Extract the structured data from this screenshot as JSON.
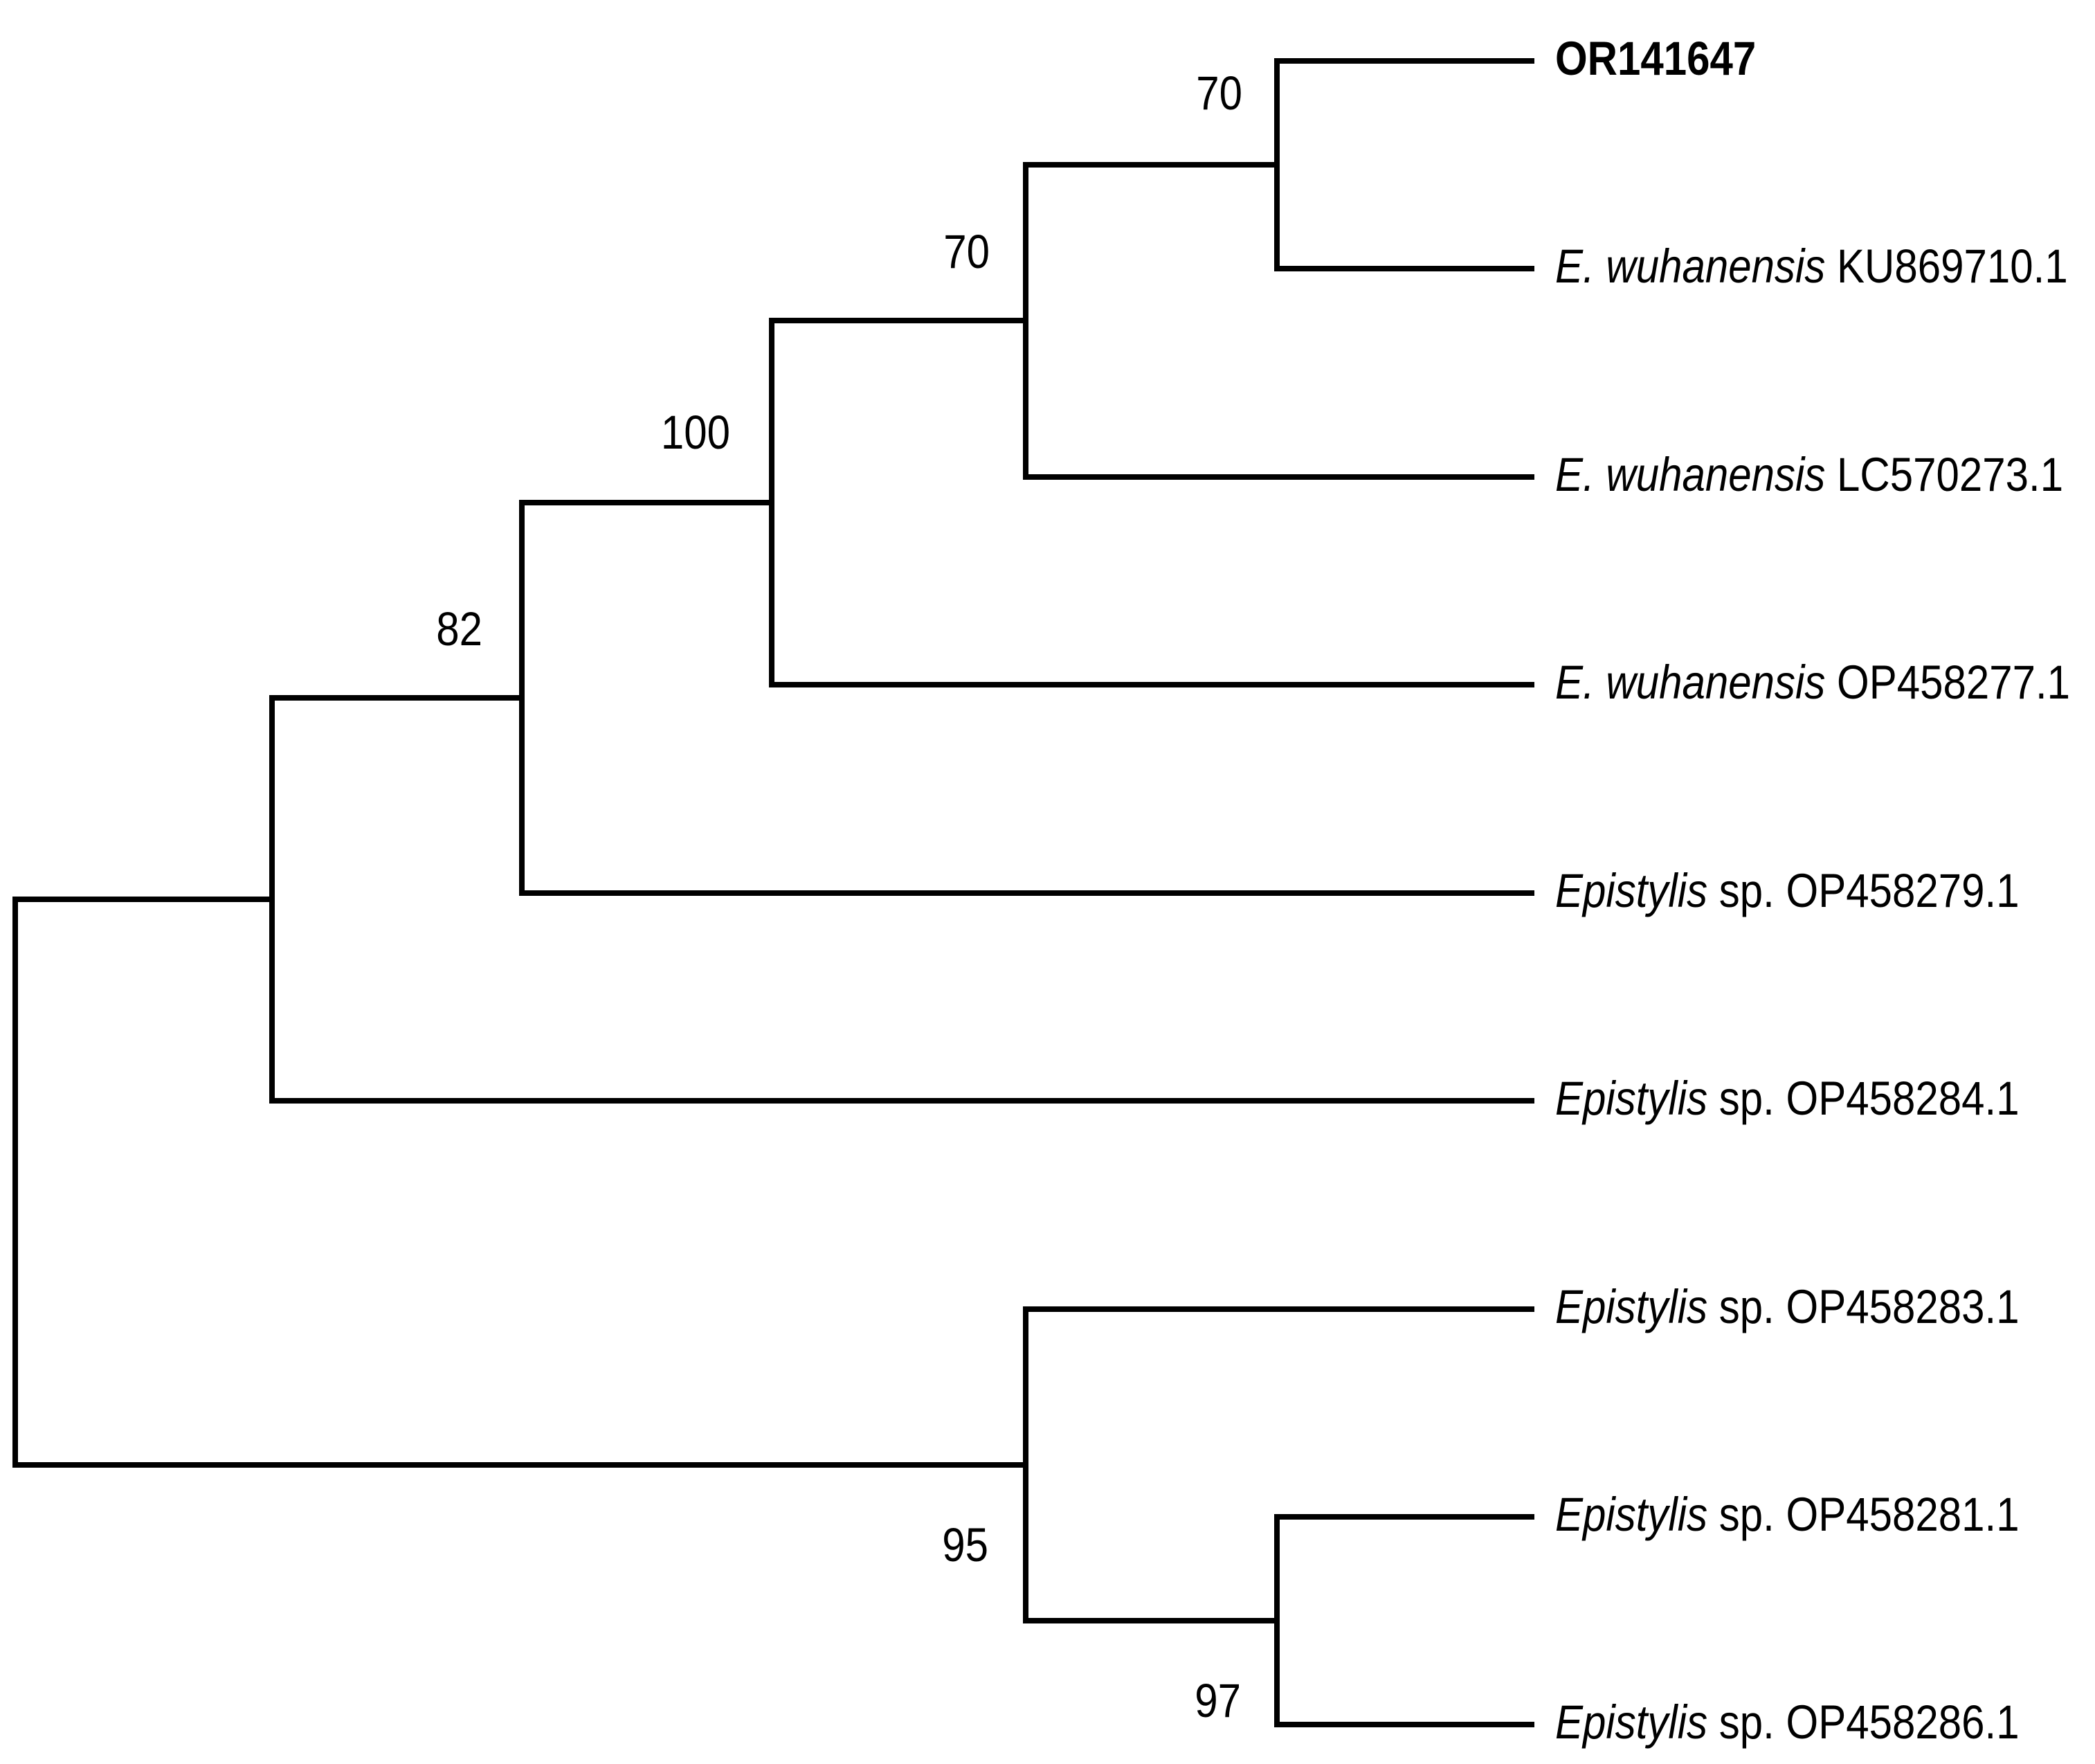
{
  "figure": {
    "type": "phylogenetic-tree-cladogram",
    "background_color": "#ffffff",
    "branch_color": "#000000",
    "text_color": "#000000"
  },
  "taxa": [
    {
      "italic": "",
      "regular": "OR141647",
      "bold": true
    },
    {
      "italic": "E. wuhanensis",
      "regular": " KU869710.1",
      "bold": false
    },
    {
      "italic": "E. wuhanensis",
      "regular": " LC570273.1",
      "bold": false
    },
    {
      "italic": "E. wuhanensis",
      "regular": " OP458277.1",
      "bold": false
    },
    {
      "italic": "Epistylis",
      "regular": " sp. OP458279.1",
      "bold": false
    },
    {
      "italic": "Epistylis",
      "regular": " sp. OP458284.1",
      "bold": false
    },
    {
      "italic": "Epistylis",
      "regular": " sp. OP458283.1",
      "bold": false
    },
    {
      "italic": "Epistylis",
      "regular": " sp. OP458281.1",
      "bold": false
    },
    {
      "italic": "Epistylis",
      "regular": " sp. OP458286.1",
      "bold": false
    }
  ],
  "bootstrap_values": [
    {
      "value": "70",
      "clade": "OR141647 + E. wuhanensis KU869710.1"
    },
    {
      "value": "70",
      "clade": "(OR141647, KU869710.1) + E. wuhanensis LC570273.1"
    },
    {
      "value": "100",
      "clade": "(OR141647, KU869710.1, LC570273.1) + E. wuhanensis OP458277.1"
    },
    {
      "value": "82",
      "clade": "E. wuhanensis clade + Epistylis sp. OP458279.1"
    },
    {
      "value": "95",
      "clade": "Epistylis sp. OP458283.1 + (OP458281.1, OP458286.1)"
    },
    {
      "value": "97",
      "clade": "Epistylis sp. OP458281.1 + Epistylis sp. OP458286.1"
    }
  ],
  "tree": {
    "newick": "((((((OR141647,'E. wuhanensis KU869710.1')70,'E. wuhanensis LC570273.1')70,'E. wuhanensis OP458277.1')100,'Epistylis sp. OP458279.1')82,'Epistylis sp. OP458284.1'),('Epistylis sp. OP458283.1',('Epistylis sp. OP458281.1','Epistylis sp. OP458286.1')97)95);"
  }
}
